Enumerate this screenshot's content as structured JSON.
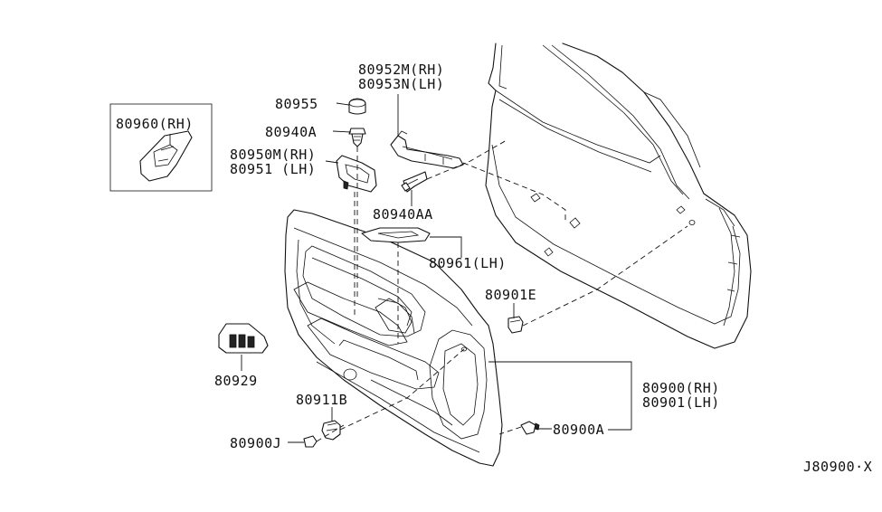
{
  "labels": {
    "p80960": "80960(RH)",
    "p80955": "80955",
    "p80940a": "80940A",
    "p80950m": "80950M(RH)",
    "p80951": "80951 (LH)",
    "p80952m": "80952M(RH)",
    "p80953n": "80953N(LH)",
    "p80940aa": "80940AA",
    "p80961": "80961(LH)",
    "p80901e": "80901E",
    "p80929": "80929",
    "p80911b": "80911B",
    "p80900j": "80900J",
    "p80900rh": "80900(RH)",
    "p80901lh": "80901(LH)",
    "p80900a": "80900A",
    "diagram_code": "J80900·X"
  }
}
